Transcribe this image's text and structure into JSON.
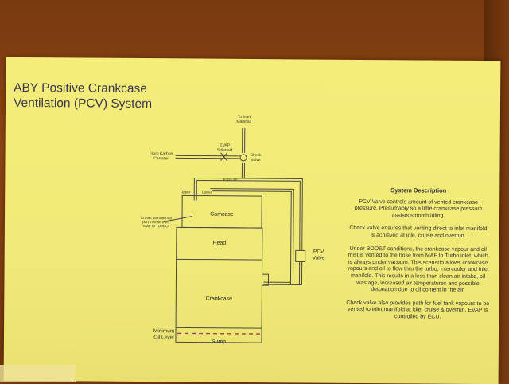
{
  "title": {
    "line1": "ABY Positive Crankcase",
    "line2": "Ventilation (PCV) System"
  },
  "labels": {
    "to_inlet_manifold": "To Inlet Manifold",
    "from_carbon_canister": "From Carbon Canister",
    "evap_solenoid": "EVAP Solenoid",
    "check_valve": "Check Valve",
    "hose_label": "90 DG 0 P",
    "upper": "Upper",
    "lower": "Lower",
    "to_inlet_manifold_hose": "To Inlet Manifold via port in hose from MAF to TURBO",
    "pcv_valve": "PCV Valve",
    "minimum_oil_level": "Minimum Oil Level"
  },
  "engine": {
    "camcase": "Camcase",
    "head": "Head",
    "crankcase": "Crankcase",
    "sump": "Sump"
  },
  "description": {
    "heading": "System Description",
    "p1": "PCV Valve controls amount of vented crankcase pressure. Presumably so a little crankcase pressure assists smooth idling.",
    "p2": "Check valve ensures that venting direct to inlet manifold is achieved at idle, cruise and overrun.",
    "p3": "Under BOOST conditions, the crankcase vapour and oil mist is vented to the hose from MAF to Turbo inlet, which is always under vacuum. This scenario allows crankcase vapours and oil to flow thru the turbo, intercooler and inlet manifold. This results in a less than clean air intake, oil wastage, increased air temperatures and possible detonation due to oil content in the air.",
    "p4": "Check valve also provides path for fuel tank vapours to be vented to inlet manifold at idle, cruise & overrun. EVAP is controlled by ECU."
  },
  "colors": {
    "paper": "#f2eb78",
    "line": "#4a4a40",
    "oil_level": "#b0405a"
  }
}
